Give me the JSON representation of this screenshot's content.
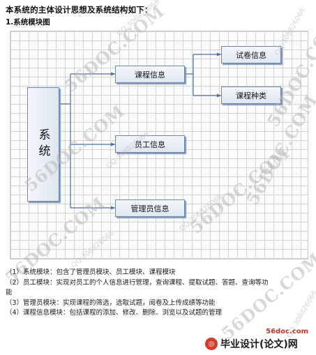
{
  "intro": "本系统的主体设计思想及系统结构如下：",
  "section_title": "1.系统模块图",
  "diagram": {
    "root": "系统",
    "level1": [
      "课程信息",
      "员工信息",
      "管理员信息"
    ],
    "level2": [
      "试卷信息",
      "课程种类"
    ]
  },
  "modules": [
    "（1）系统模块：包含了管理员模块、员工模块、课程模块",
    "（2）员工模块：实现对员工的个人信息进行管理，查询课程、提取试题、答题、查询等功",
    "能",
    "（3）管理员模块：实现课程的筛选，选取试题，阅卷及上传成绩等功能",
    "（4）课程信息模块：包括课程的添加、修改、删除、浏览以及试题的管理"
  ],
  "watermarks": {
    "site": "56DOC.COM",
    "qq": "QQ:306826066"
  },
  "footer": {
    "site": "56doc.com",
    "logo_text": "毕业设计(论文)网"
  }
}
